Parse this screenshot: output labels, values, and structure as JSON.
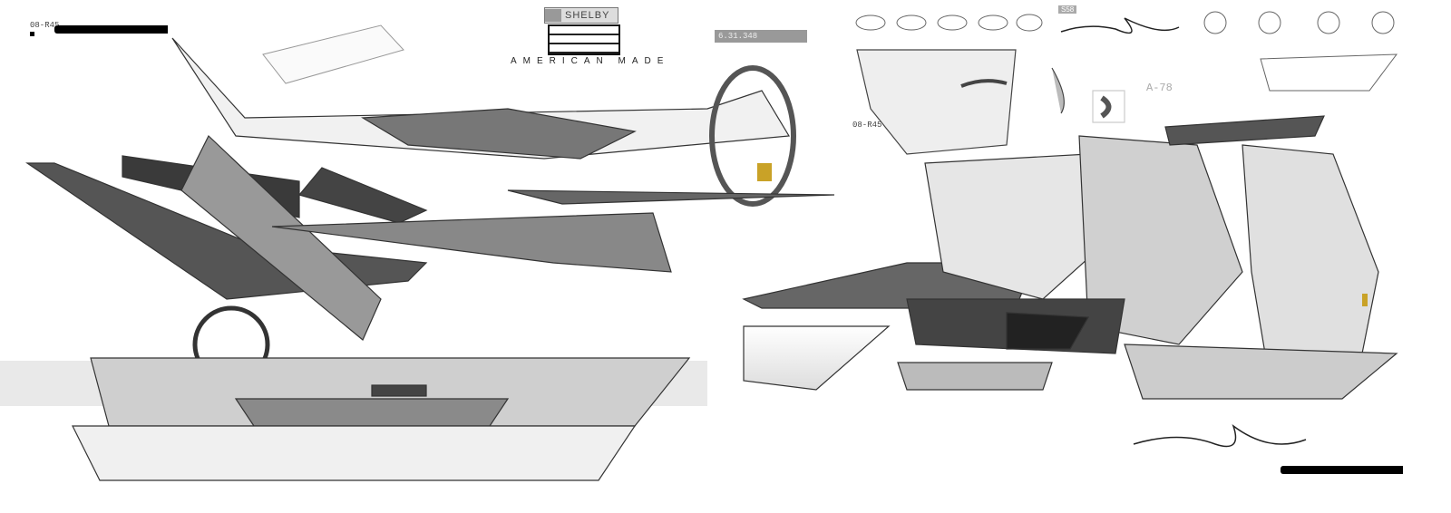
{
  "brand": {
    "logo_text": "SHELBY",
    "tagline": "AMERICAN MADE"
  },
  "labels": {
    "code_readout": "6.31.348",
    "model_left": "08-R45",
    "model_center": "08-R45",
    "badge": "S58",
    "part_id": "A-78"
  },
  "colors": {
    "ink": "#222222",
    "mid_gray": "#8a8a8a",
    "light_gray": "#d6d6d6",
    "accent_yellow": "#c9a227"
  }
}
